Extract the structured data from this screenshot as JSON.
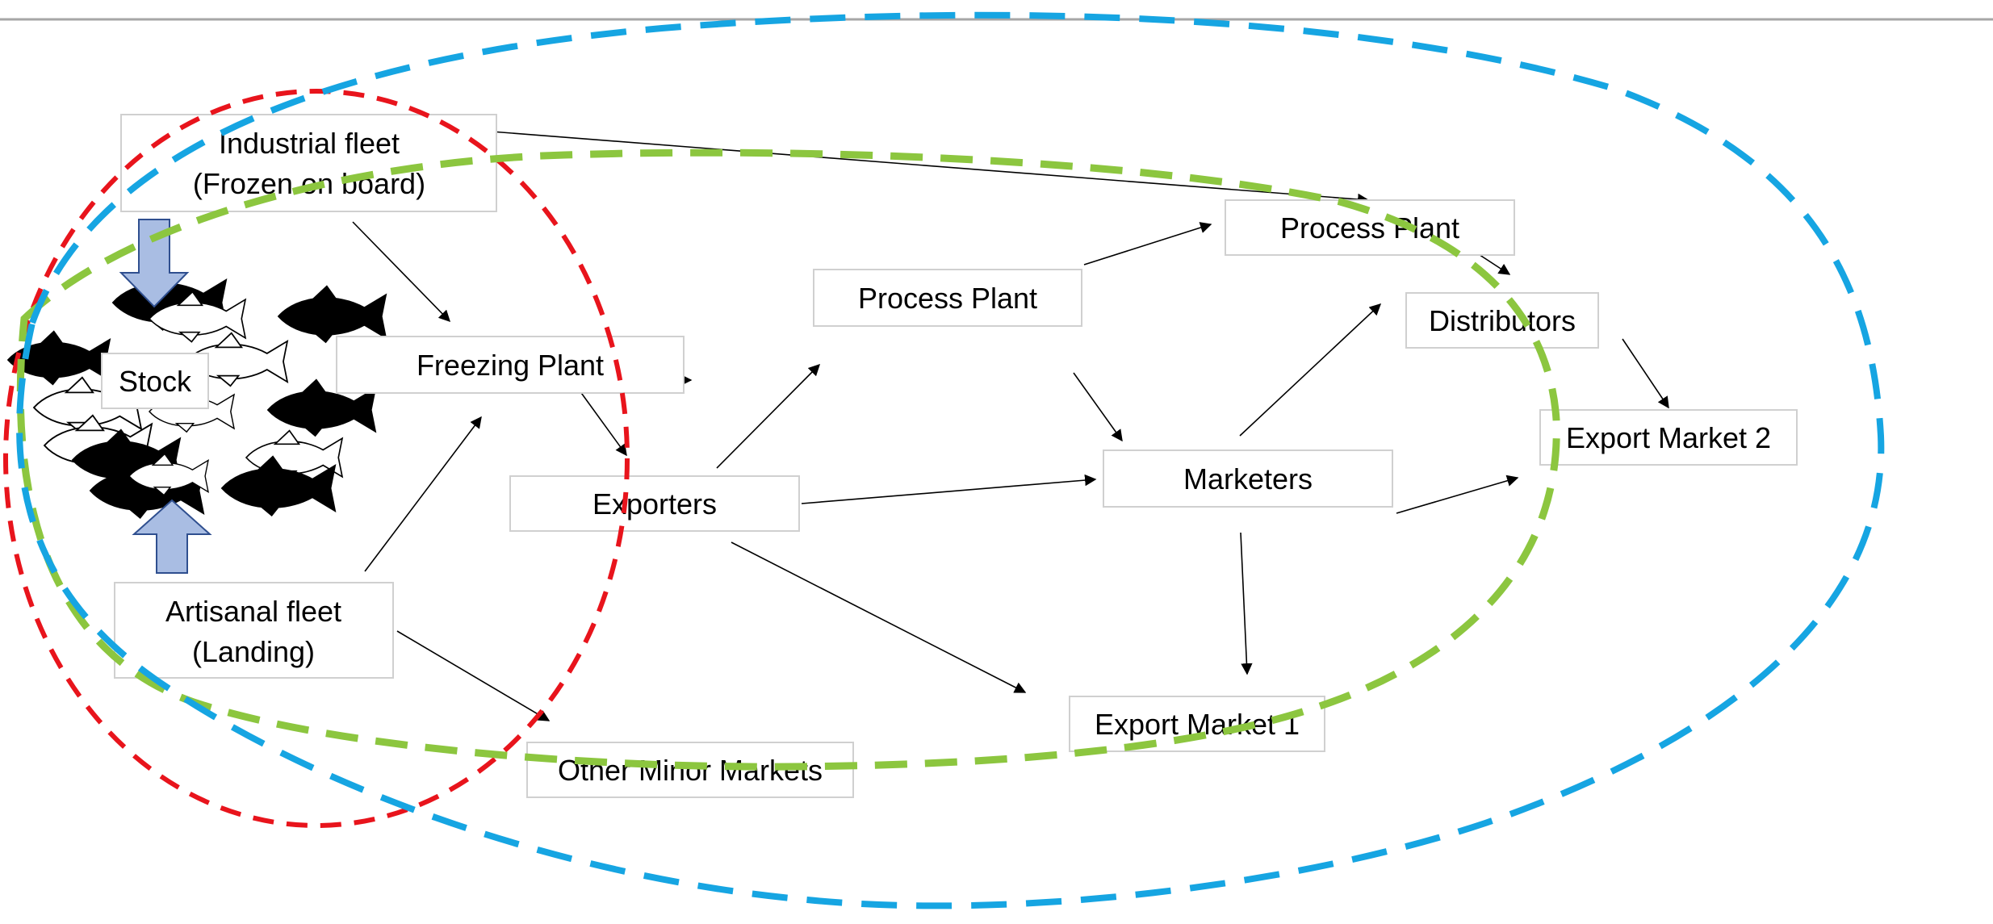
{
  "nodes": {
    "industrial_fleet": [
      "Industrial fleet",
      "(Frozen on board)"
    ],
    "freezing_plant": [
      "Freezing Plant"
    ],
    "stock": [
      "Stock"
    ],
    "artisanal_fleet": [
      "Artisanal fleet",
      "(Landing)"
    ],
    "exporters": [
      "Exporters"
    ],
    "process_plant_1": [
      "Process Plant"
    ],
    "process_plant_2": [
      "Process Plant"
    ],
    "distributors": [
      "Distributors"
    ],
    "marketers": [
      "Marketers"
    ],
    "export_market_2": [
      "Export Market 2"
    ],
    "export_market_1": [
      "Export Market 1"
    ],
    "other_minor_markets": [
      "Other Minor Markets"
    ]
  },
  "edges": [
    [
      "industrial_fleet",
      "process_plant_2"
    ],
    [
      "industrial_fleet",
      "freezing_plant"
    ],
    [
      "artisanal_fleet",
      "freezing_plant"
    ],
    [
      "artisanal_fleet",
      "other_minor_markets"
    ],
    [
      "freezing_plant",
      "exporters"
    ],
    [
      "exporters",
      "process_plant_1"
    ],
    [
      "exporters",
      "marketers"
    ],
    [
      "exporters",
      "export_market_1"
    ],
    [
      "process_plant_1",
      "process_plant_2"
    ],
    [
      "process_plant_1",
      "marketers"
    ],
    [
      "process_plant_2",
      "distributors"
    ],
    [
      "marketers",
      "distributors"
    ],
    [
      "marketers",
      "export_market_2"
    ],
    [
      "marketers",
      "export_market_1"
    ],
    [
      "distributors",
      "export_market_2"
    ]
  ],
  "colors": {
    "red_boundary": "#e8141c",
    "blue_boundary": "#16a5e2",
    "green_boundary": "#8cc63f",
    "block_arrow_fill": "#a9bde3",
    "block_arrow_stroke": "#2f4f8f",
    "fish_dark": "#000000",
    "fish_light": "#ffffff",
    "top_rule": "#a6a6a6"
  },
  "icons": [
    "fish-icon",
    "down-block-arrow-icon",
    "up-block-arrow-icon"
  ]
}
